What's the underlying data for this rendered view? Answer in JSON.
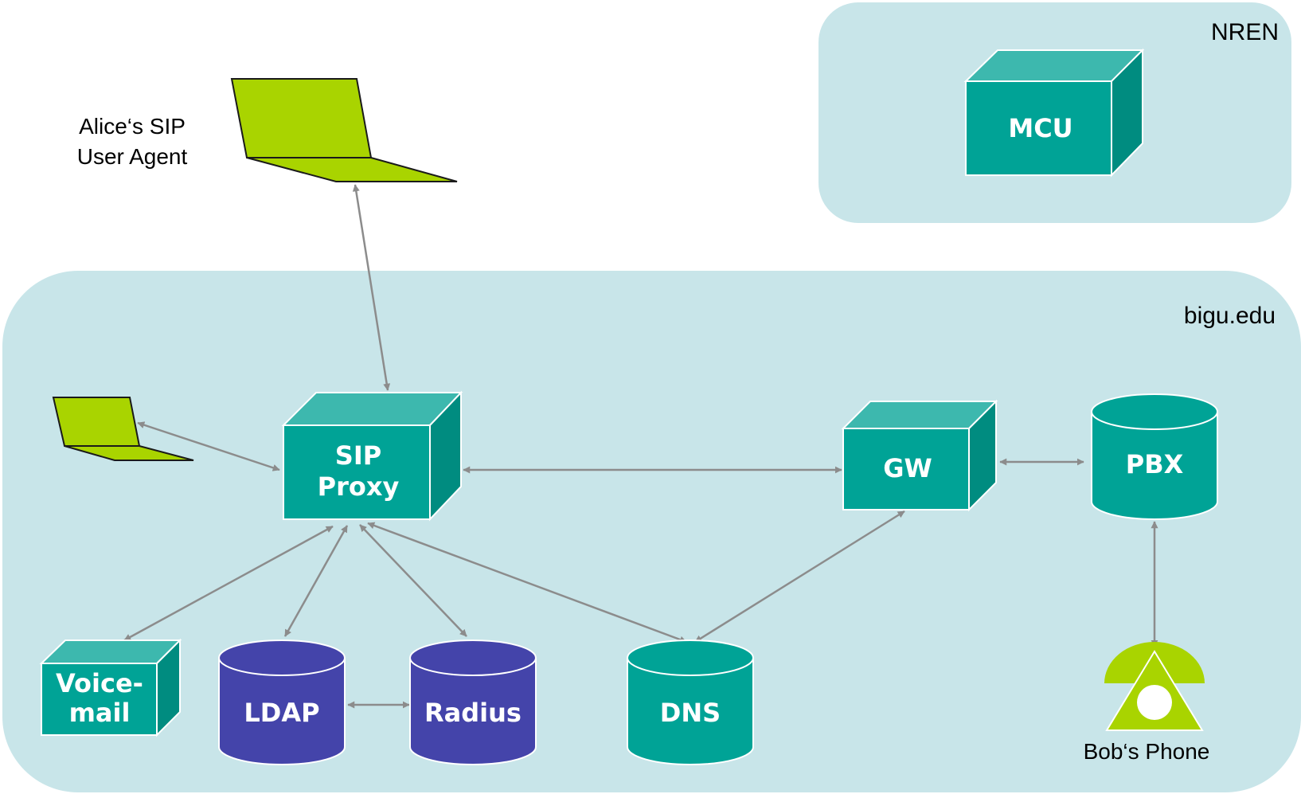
{
  "regions": {
    "nren": "NREN",
    "campus": "bigu.edu"
  },
  "captions": {
    "alice_line1": "Alice‘s SIP",
    "alice_line2": "User Agent",
    "bob": "Bob‘s Phone"
  },
  "nodes": {
    "mcu": "MCU",
    "sip_proxy_line1": "SIP",
    "sip_proxy_line2": "Proxy",
    "gw": "GW",
    "pbx": "PBX",
    "voicemail_line1": "Voice-",
    "voicemail_line2": "mail",
    "ldap": "LDAP",
    "radius": "Radius",
    "dns": "DNS"
  },
  "colors": {
    "region_fill": "#c8e5e9",
    "teal_box": "#00a396",
    "teal_box_top": "#3db8ae",
    "teal_box_side": "#008c80",
    "purple_db": "#4444aa",
    "device_green": "#a9d400",
    "connector": "#8c8c8c"
  },
  "icons": {
    "alice_device": "laptop-icon",
    "campus_device": "laptop-icon",
    "bob_device": "telephone-icon"
  }
}
